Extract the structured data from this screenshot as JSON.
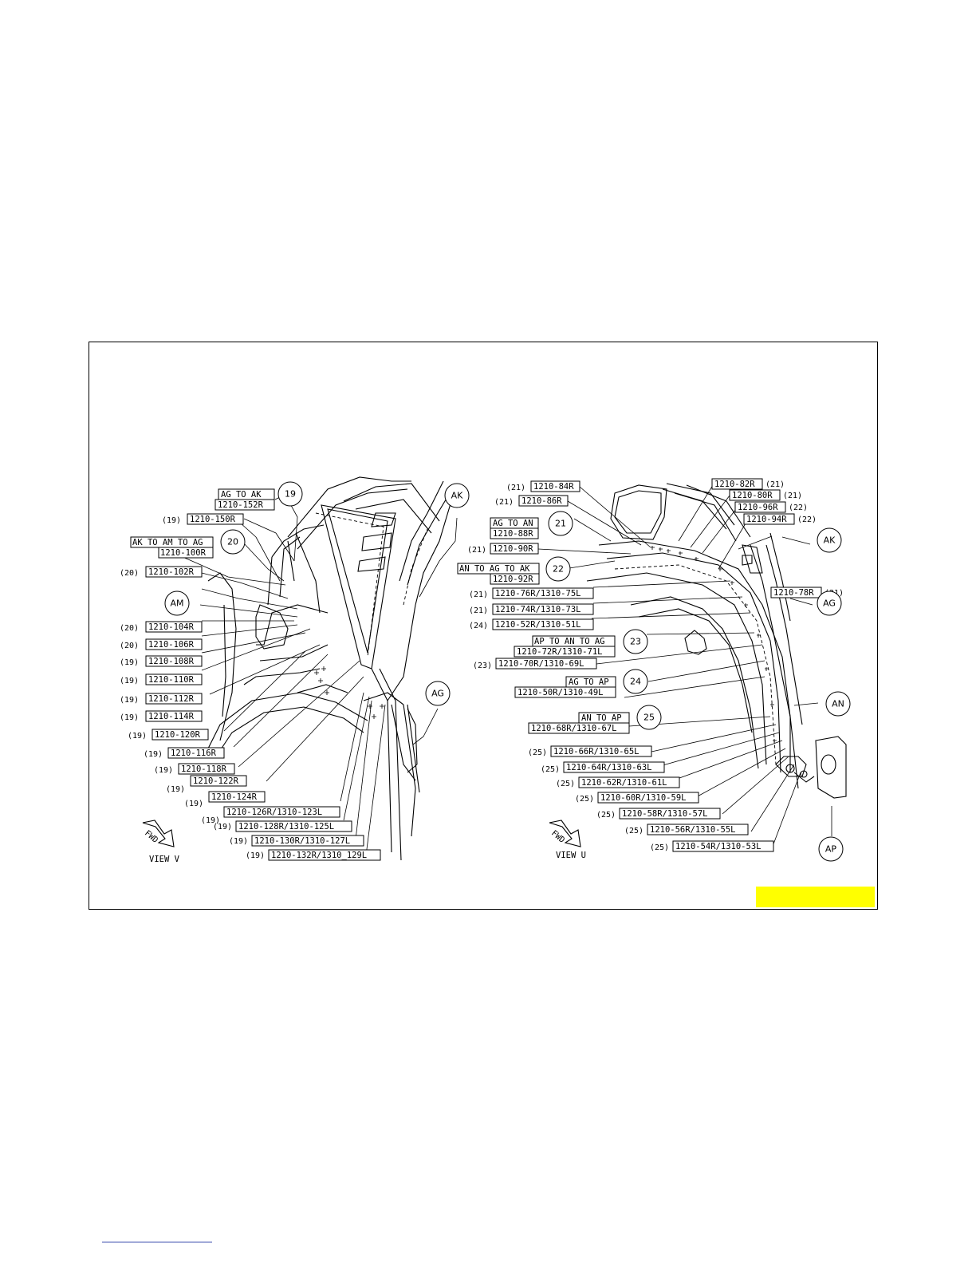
{
  "views": [
    {
      "name": "view-v",
      "caption": "VIEW V",
      "fwd_label": "FWD",
      "circles": [
        {
          "id": "c19",
          "text": "19"
        },
        {
          "id": "c20",
          "text": "20"
        },
        {
          "id": "cAM",
          "text": "AM"
        },
        {
          "id": "cAK",
          "text": "AK"
        },
        {
          "id": "cAG",
          "text": "AG"
        }
      ],
      "labels": [
        {
          "id": "v-152",
          "prefix": "",
          "lines": [
            "AG TO AK",
            "1210-152R"
          ]
        },
        {
          "id": "v-150",
          "prefix": "(19)",
          "lines": [
            "1210-150R"
          ]
        },
        {
          "id": "v-100",
          "prefix": "",
          "lines": [
            "AK TO AM TO AG",
            "1210-100R"
          ]
        },
        {
          "id": "v-102",
          "prefix": "(20)",
          "lines": [
            "1210-102R"
          ]
        },
        {
          "id": "v-104",
          "prefix": "(20)",
          "lines": [
            "1210-104R"
          ]
        },
        {
          "id": "v-106",
          "prefix": "(20)",
          "lines": [
            "1210-106R"
          ]
        },
        {
          "id": "v-108",
          "prefix": "(19)",
          "lines": [
            "1210-108R"
          ]
        },
        {
          "id": "v-110",
          "prefix": "(19)",
          "lines": [
            "1210-110R"
          ]
        },
        {
          "id": "v-112",
          "prefix": "(19)",
          "lines": [
            "1210-112R"
          ]
        },
        {
          "id": "v-114",
          "prefix": "(19)",
          "lines": [
            "1210-114R"
          ]
        },
        {
          "id": "v-120",
          "prefix": "(19)",
          "lines": [
            "1210-120R"
          ]
        },
        {
          "id": "v-116",
          "prefix": "(19)",
          "lines": [
            "1210-116R"
          ]
        },
        {
          "id": "v-118",
          "prefix": "(19)",
          "lines": [
            "1210-118R"
          ]
        },
        {
          "id": "v-122",
          "prefix": "(19)",
          "lines": [
            "1210-122R"
          ]
        },
        {
          "id": "v-124",
          "prefix": "(19)",
          "lines": [
            "1210-124R"
          ]
        },
        {
          "id": "v-126",
          "prefix": "(19)",
          "lines": [
            "1210-126R/1310-123L"
          ]
        },
        {
          "id": "v-128",
          "prefix": "(19)",
          "lines": [
            "1210-128R/1310-125L"
          ]
        },
        {
          "id": "v-130",
          "prefix": "(19)",
          "lines": [
            "1210-130R/1310-127L"
          ]
        },
        {
          "id": "v-132",
          "prefix": "(19)",
          "lines": [
            "1210-132R/1310_129L"
          ]
        }
      ]
    },
    {
      "name": "view-u",
      "caption": "VIEW U",
      "fwd_label": "FWD",
      "circles": [
        {
          "id": "c21",
          "text": "21"
        },
        {
          "id": "c22",
          "text": "22"
        },
        {
          "id": "c23",
          "text": "23"
        },
        {
          "id": "c24",
          "text": "24"
        },
        {
          "id": "c25",
          "text": "25"
        },
        {
          "id": "cAK2",
          "text": "AK"
        },
        {
          "id": "cAG2",
          "text": "AG"
        },
        {
          "id": "cAN",
          "text": "AN"
        },
        {
          "id": "cAP",
          "text": "AP"
        }
      ],
      "labels": [
        {
          "id": "u-84",
          "prefix": "(21)",
          "lines": [
            "1210-84R"
          ]
        },
        {
          "id": "u-86",
          "prefix": "(21)",
          "lines": [
            "1210-86R"
          ]
        },
        {
          "id": "u-88",
          "prefix": "",
          "lines": [
            "AG TO AN",
            "1210-88R"
          ]
        },
        {
          "id": "u-90",
          "prefix": "(21)",
          "lines": [
            "1210-90R"
          ]
        },
        {
          "id": "u-92",
          "prefix": "",
          "lines": [
            "AN TO AG TO AK",
            "1210-92R"
          ]
        },
        {
          "id": "u-76",
          "prefix": "(21)",
          "lines": [
            "1210-76R/1310-75L"
          ]
        },
        {
          "id": "u-74",
          "prefix": "(21)",
          "lines": [
            "1210-74R/1310-73L"
          ]
        },
        {
          "id": "u-52",
          "prefix": "(24)",
          "lines": [
            "1210-52R/1310-51L"
          ]
        },
        {
          "id": "u-72",
          "prefix": "",
          "lines": [
            "AP TO AN TO AG",
            "1210-72R/1310-71L"
          ]
        },
        {
          "id": "u-70",
          "prefix": "(23)",
          "lines": [
            "1210-70R/1310-69L"
          ]
        },
        {
          "id": "u-50",
          "prefix": "",
          "lines": [
            "AG TO AP",
            "1210-50R/1310-49L"
          ]
        },
        {
          "id": "u-68",
          "prefix": "",
          "lines": [
            "AN TO AP",
            "1210-68R/1310-67L"
          ]
        },
        {
          "id": "u-66",
          "prefix": "(25)",
          "lines": [
            "1210-66R/1310-65L"
          ]
        },
        {
          "id": "u-64",
          "prefix": "(25)",
          "lines": [
            "1210-64R/1310-63L"
          ]
        },
        {
          "id": "u-62",
          "prefix": "(25)",
          "lines": [
            "1210-62R/1310-61L"
          ]
        },
        {
          "id": "u-60",
          "prefix": "(25)",
          "lines": [
            "1210-60R/1310-59L"
          ]
        },
        {
          "id": "u-58",
          "prefix": "(25)",
          "lines": [
            "1210-58R/1310-57L"
          ]
        },
        {
          "id": "u-56",
          "prefix": "(25)",
          "lines": [
            "1210-56R/1310-55L"
          ]
        },
        {
          "id": "u-54",
          "prefix": "(25)",
          "lines": [
            "1210-54R/1310-53L"
          ]
        },
        {
          "id": "u-82",
          "suffix": "(21)",
          "lines": [
            "1210-82R"
          ]
        },
        {
          "id": "u-80",
          "suffix": "(21)",
          "lines": [
            "1210-80R"
          ]
        },
        {
          "id": "u-96",
          "suffix": "(22)",
          "lines": [
            "1210-96R"
          ]
        },
        {
          "id": "u-94",
          "suffix": "(22)",
          "lines": [
            "1210-94R"
          ]
        },
        {
          "id": "u-78",
          "suffix": "(21)",
          "lines": [
            "1210-78R"
          ]
        }
      ]
    }
  ]
}
